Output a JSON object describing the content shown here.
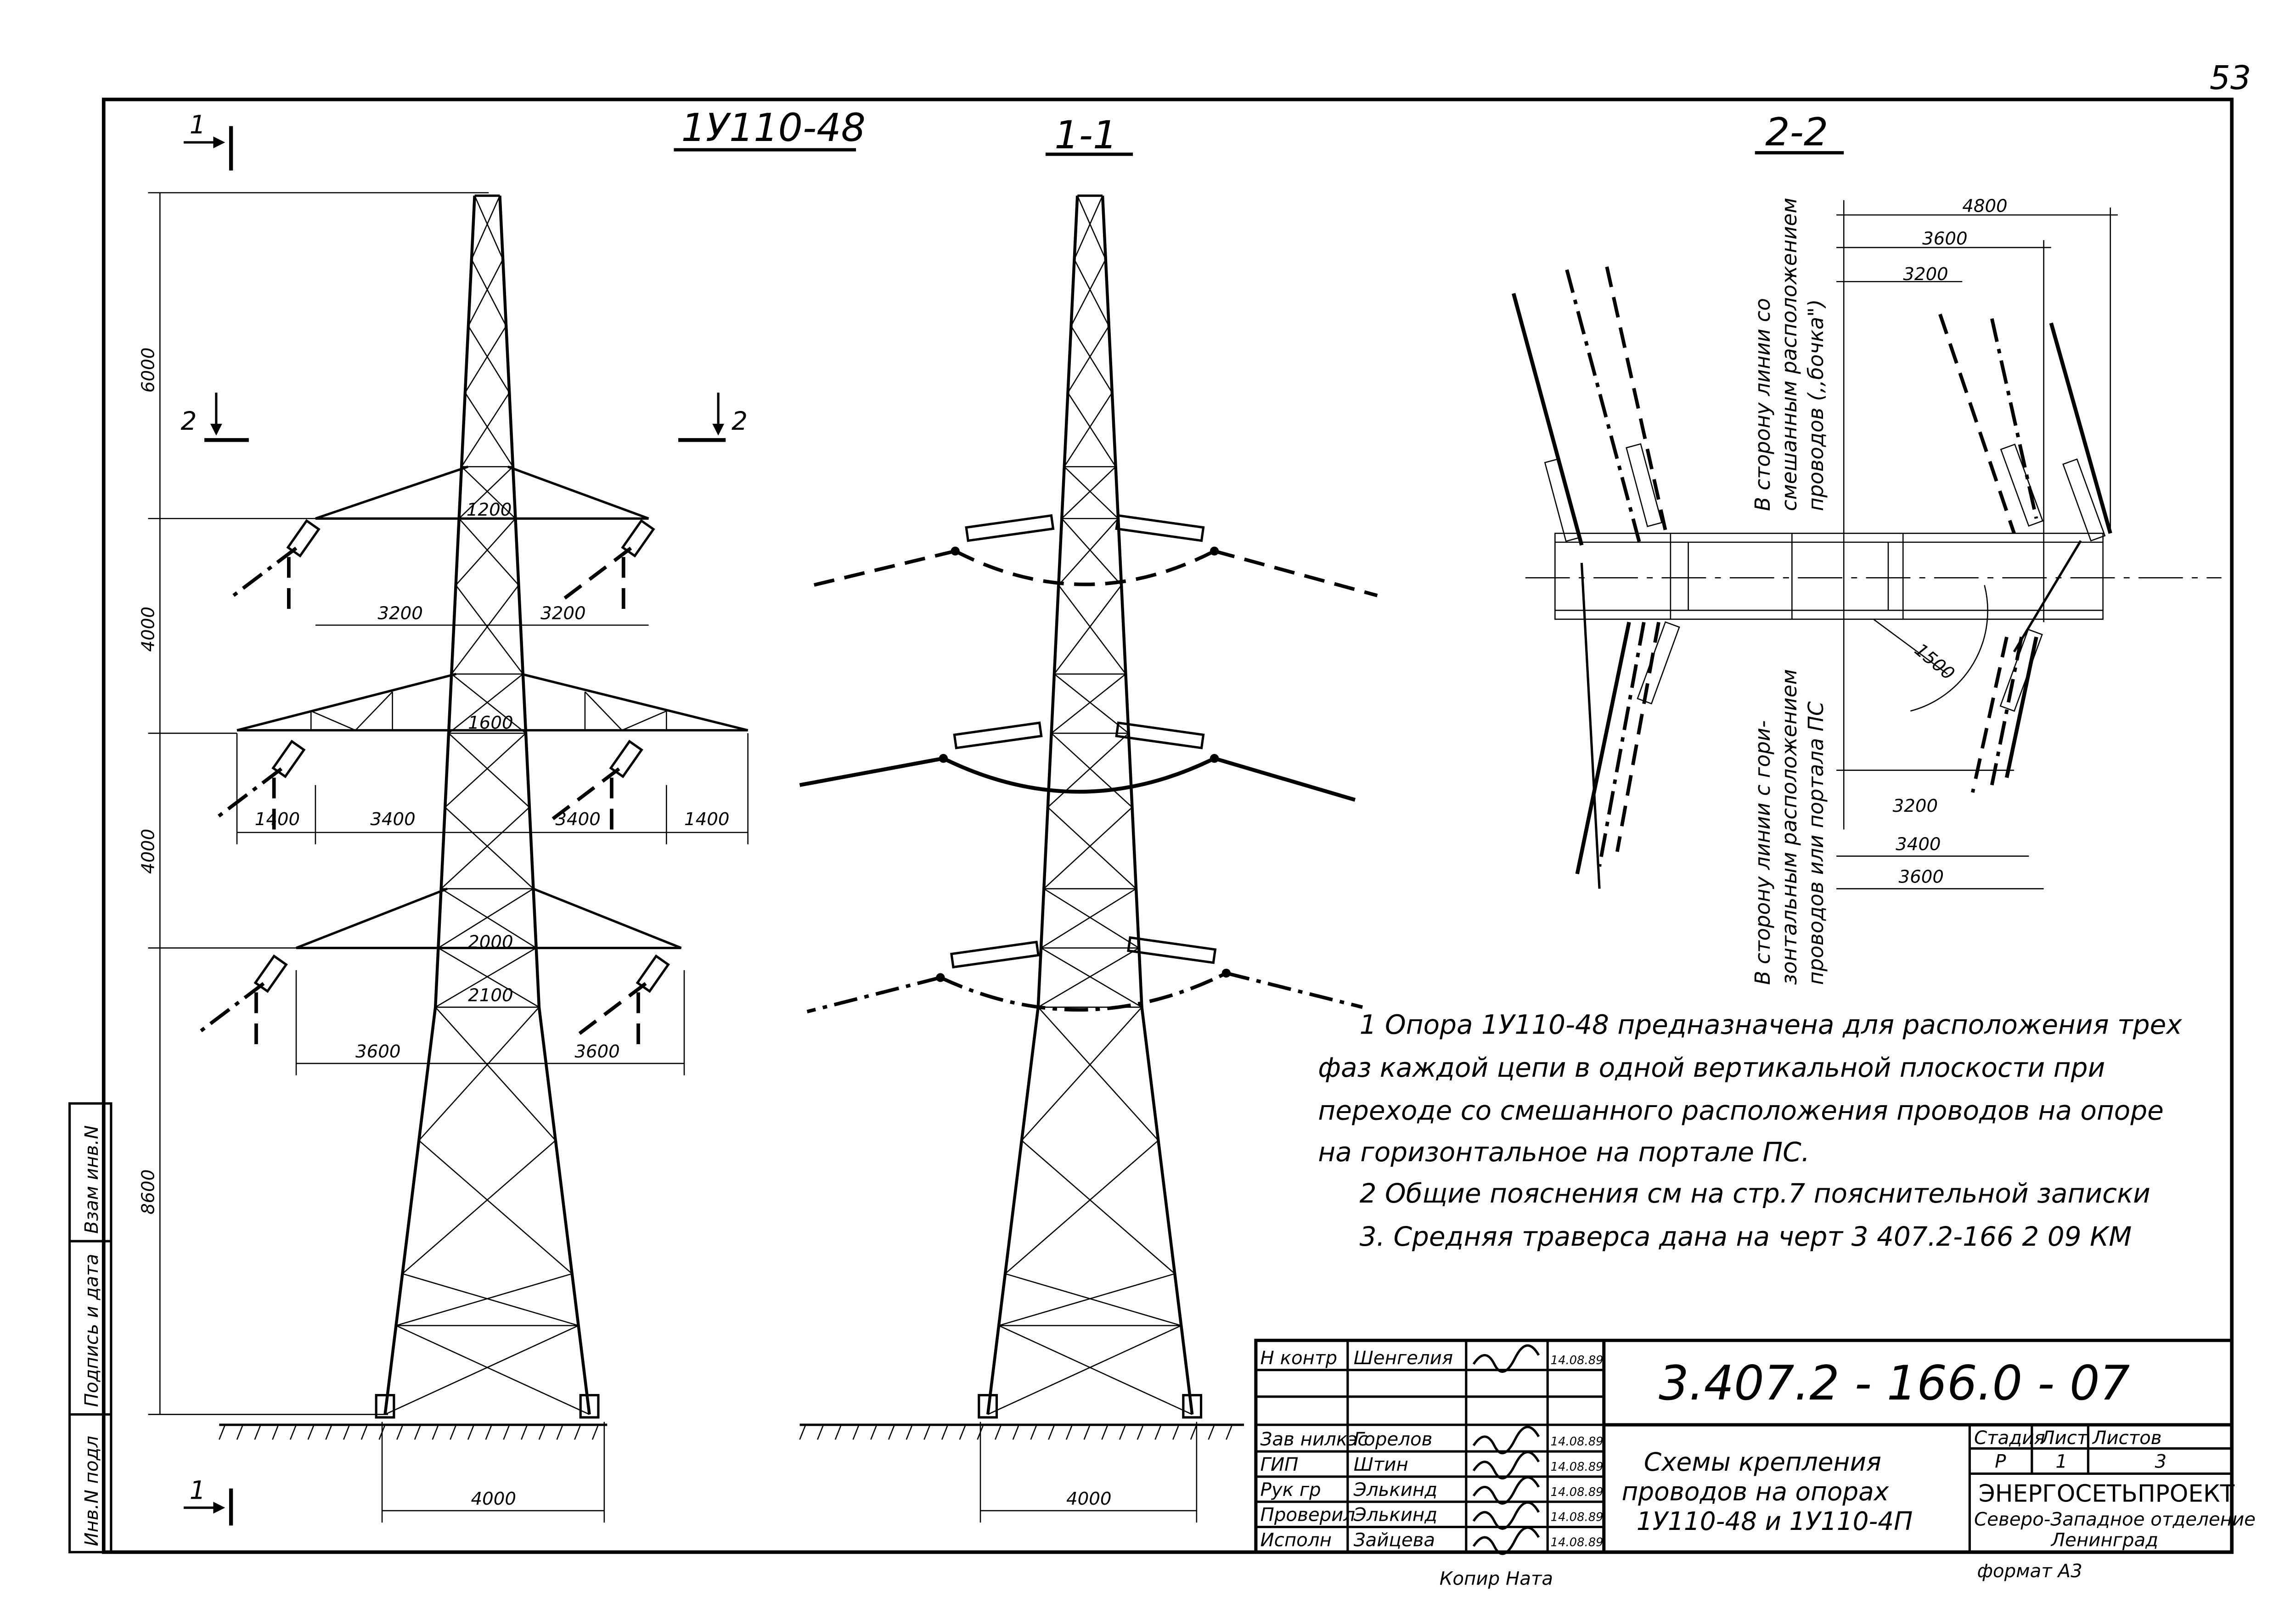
{
  "page_number": "53",
  "views": {
    "front_title": "1У110-48",
    "section_1_title": "1-1",
    "section_2_title": "2-2",
    "section_mark_1": "1",
    "section_mark_2": "2"
  },
  "front_dims": {
    "heights": [
      "6000",
      "4000",
      "4000",
      "8600"
    ],
    "top_arm": [
      "1200",
      "3200",
      "3200"
    ],
    "middle_arm": [
      "1600",
      "1400",
      "3400",
      "3400",
      "1400"
    ],
    "lower_arm": [
      "2000",
      "2100",
      "3600",
      "3600"
    ],
    "base": "4000"
  },
  "section_1_dims": {
    "base": "4000"
  },
  "section_2": {
    "dims_top": [
      "4800",
      "3600",
      "3200"
    ],
    "dims_bottom": [
      "3200",
      "3400",
      "3600"
    ],
    "radius": "1500",
    "label_top": [
      "В сторону линии со",
      "смешанным расположением",
      "проводов (,,бочка\")"
    ],
    "label_bottom": [
      "В сторону линии с гори-",
      "зонтальным расположением",
      "проводов или портала ПС"
    ]
  },
  "notes": [
    "1 Опора 1У110-48 предназначена для расположения трех",
    "фаз каждой цепи в одной вертикальной плоскости при",
    "переходе со смешанного расположения проводов на опоре",
    "на горизонтальное на портале ПС.",
    "2 Общие пояснения см на стр.7 пояснительной записки",
    "3. Средняя траверса дана на черт 3 407.2-166 2 09 КМ"
  ],
  "side_stamp": [
    "Инв.N подл",
    "Подпись и дата",
    "Взам инв.N"
  ],
  "title_block": {
    "doc_number": "3.407.2 - 166.0 - 07",
    "signatures": [
      {
        "role": "Н контр",
        "name": "Шенгелия",
        "date": "14.08.89"
      },
      {
        "role": "",
        "name": "",
        "date": ""
      },
      {
        "role": "",
        "name": "",
        "date": ""
      },
      {
        "role": "Зав нилкэс",
        "name": "Горелов",
        "date": "14.08.89"
      },
      {
        "role": "ГИП",
        "name": "Штин",
        "date": "14.08.89"
      },
      {
        "role": "Рук гр",
        "name": "Элькинд",
        "date": "14.08.89"
      },
      {
        "role": "Проверил",
        "name": "Элькинд",
        "date": "14.08.89"
      },
      {
        "role": "Исполн",
        "name": "Зайцева",
        "date": "14.08.89"
      }
    ],
    "drawing_name": [
      "Схемы крепления",
      "проводов на опорах",
      "1У110-48 и 1У110-4П"
    ],
    "stage_header": [
      "Стадия",
      "Лист",
      "Листов"
    ],
    "stage_values": [
      "Р",
      "1",
      "3"
    ],
    "organization": "ЭНЕРГОСЕТЬПРОЕКТ",
    "branch": "Северо-Западное отделение",
    "city": "Ленинград",
    "copied": "Копир Ната",
    "format": "формат А3"
  }
}
